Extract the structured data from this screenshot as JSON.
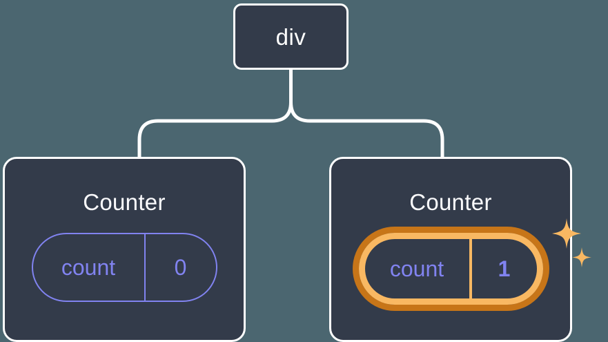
{
  "diagram": {
    "type": "component-tree",
    "background_color": "#4b6670",
    "node_fill_color": "#333b4a",
    "node_border_color": "#ffffff",
    "connector_color": "#ffffff",
    "accent_color": "#8183f0",
    "highlight_outer_color": "#c77518",
    "highlight_inner_color": "#f9b862",
    "root": {
      "label": "div"
    },
    "children": [
      {
        "label": "Counter",
        "state": {
          "key": "count",
          "value": "0"
        },
        "highlighted": false,
        "sparkles": false
      },
      {
        "label": "Counter",
        "state": {
          "key": "count",
          "value": "1"
        },
        "highlighted": true,
        "sparkles": true
      }
    ]
  }
}
